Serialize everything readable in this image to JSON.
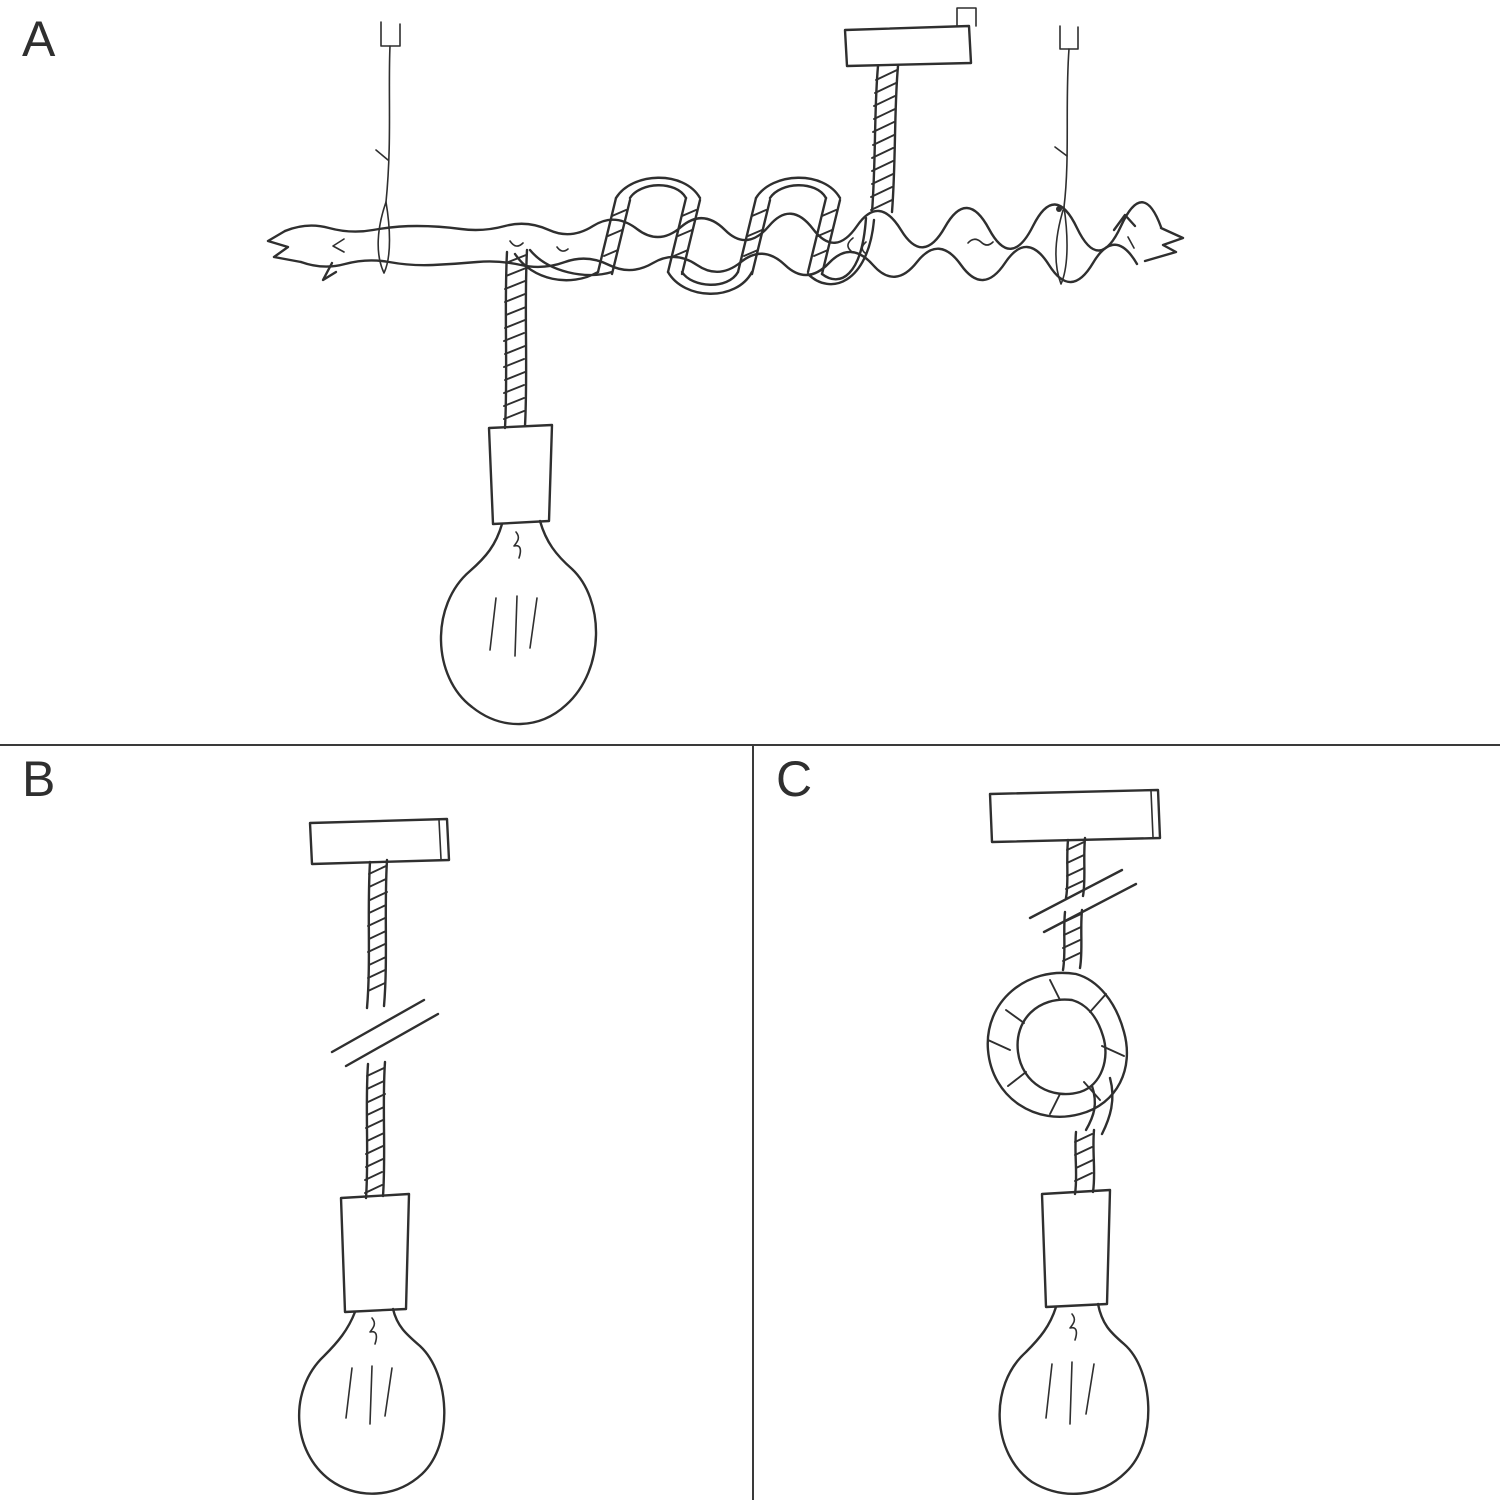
{
  "page": {
    "background": "#ffffff",
    "ink_color": "#2f2f2f",
    "divider_color": "#3a3a3a"
  },
  "panels": [
    {
      "label": "A",
      "sketch_icon": "branch-suspension-two-cables-pendant-sketch"
    },
    {
      "label": "B",
      "sketch_icon": "straight-rope-pendant-sketch"
    },
    {
      "label": "C",
      "sketch_icon": "knotted-rope-pendant-sketch"
    }
  ]
}
